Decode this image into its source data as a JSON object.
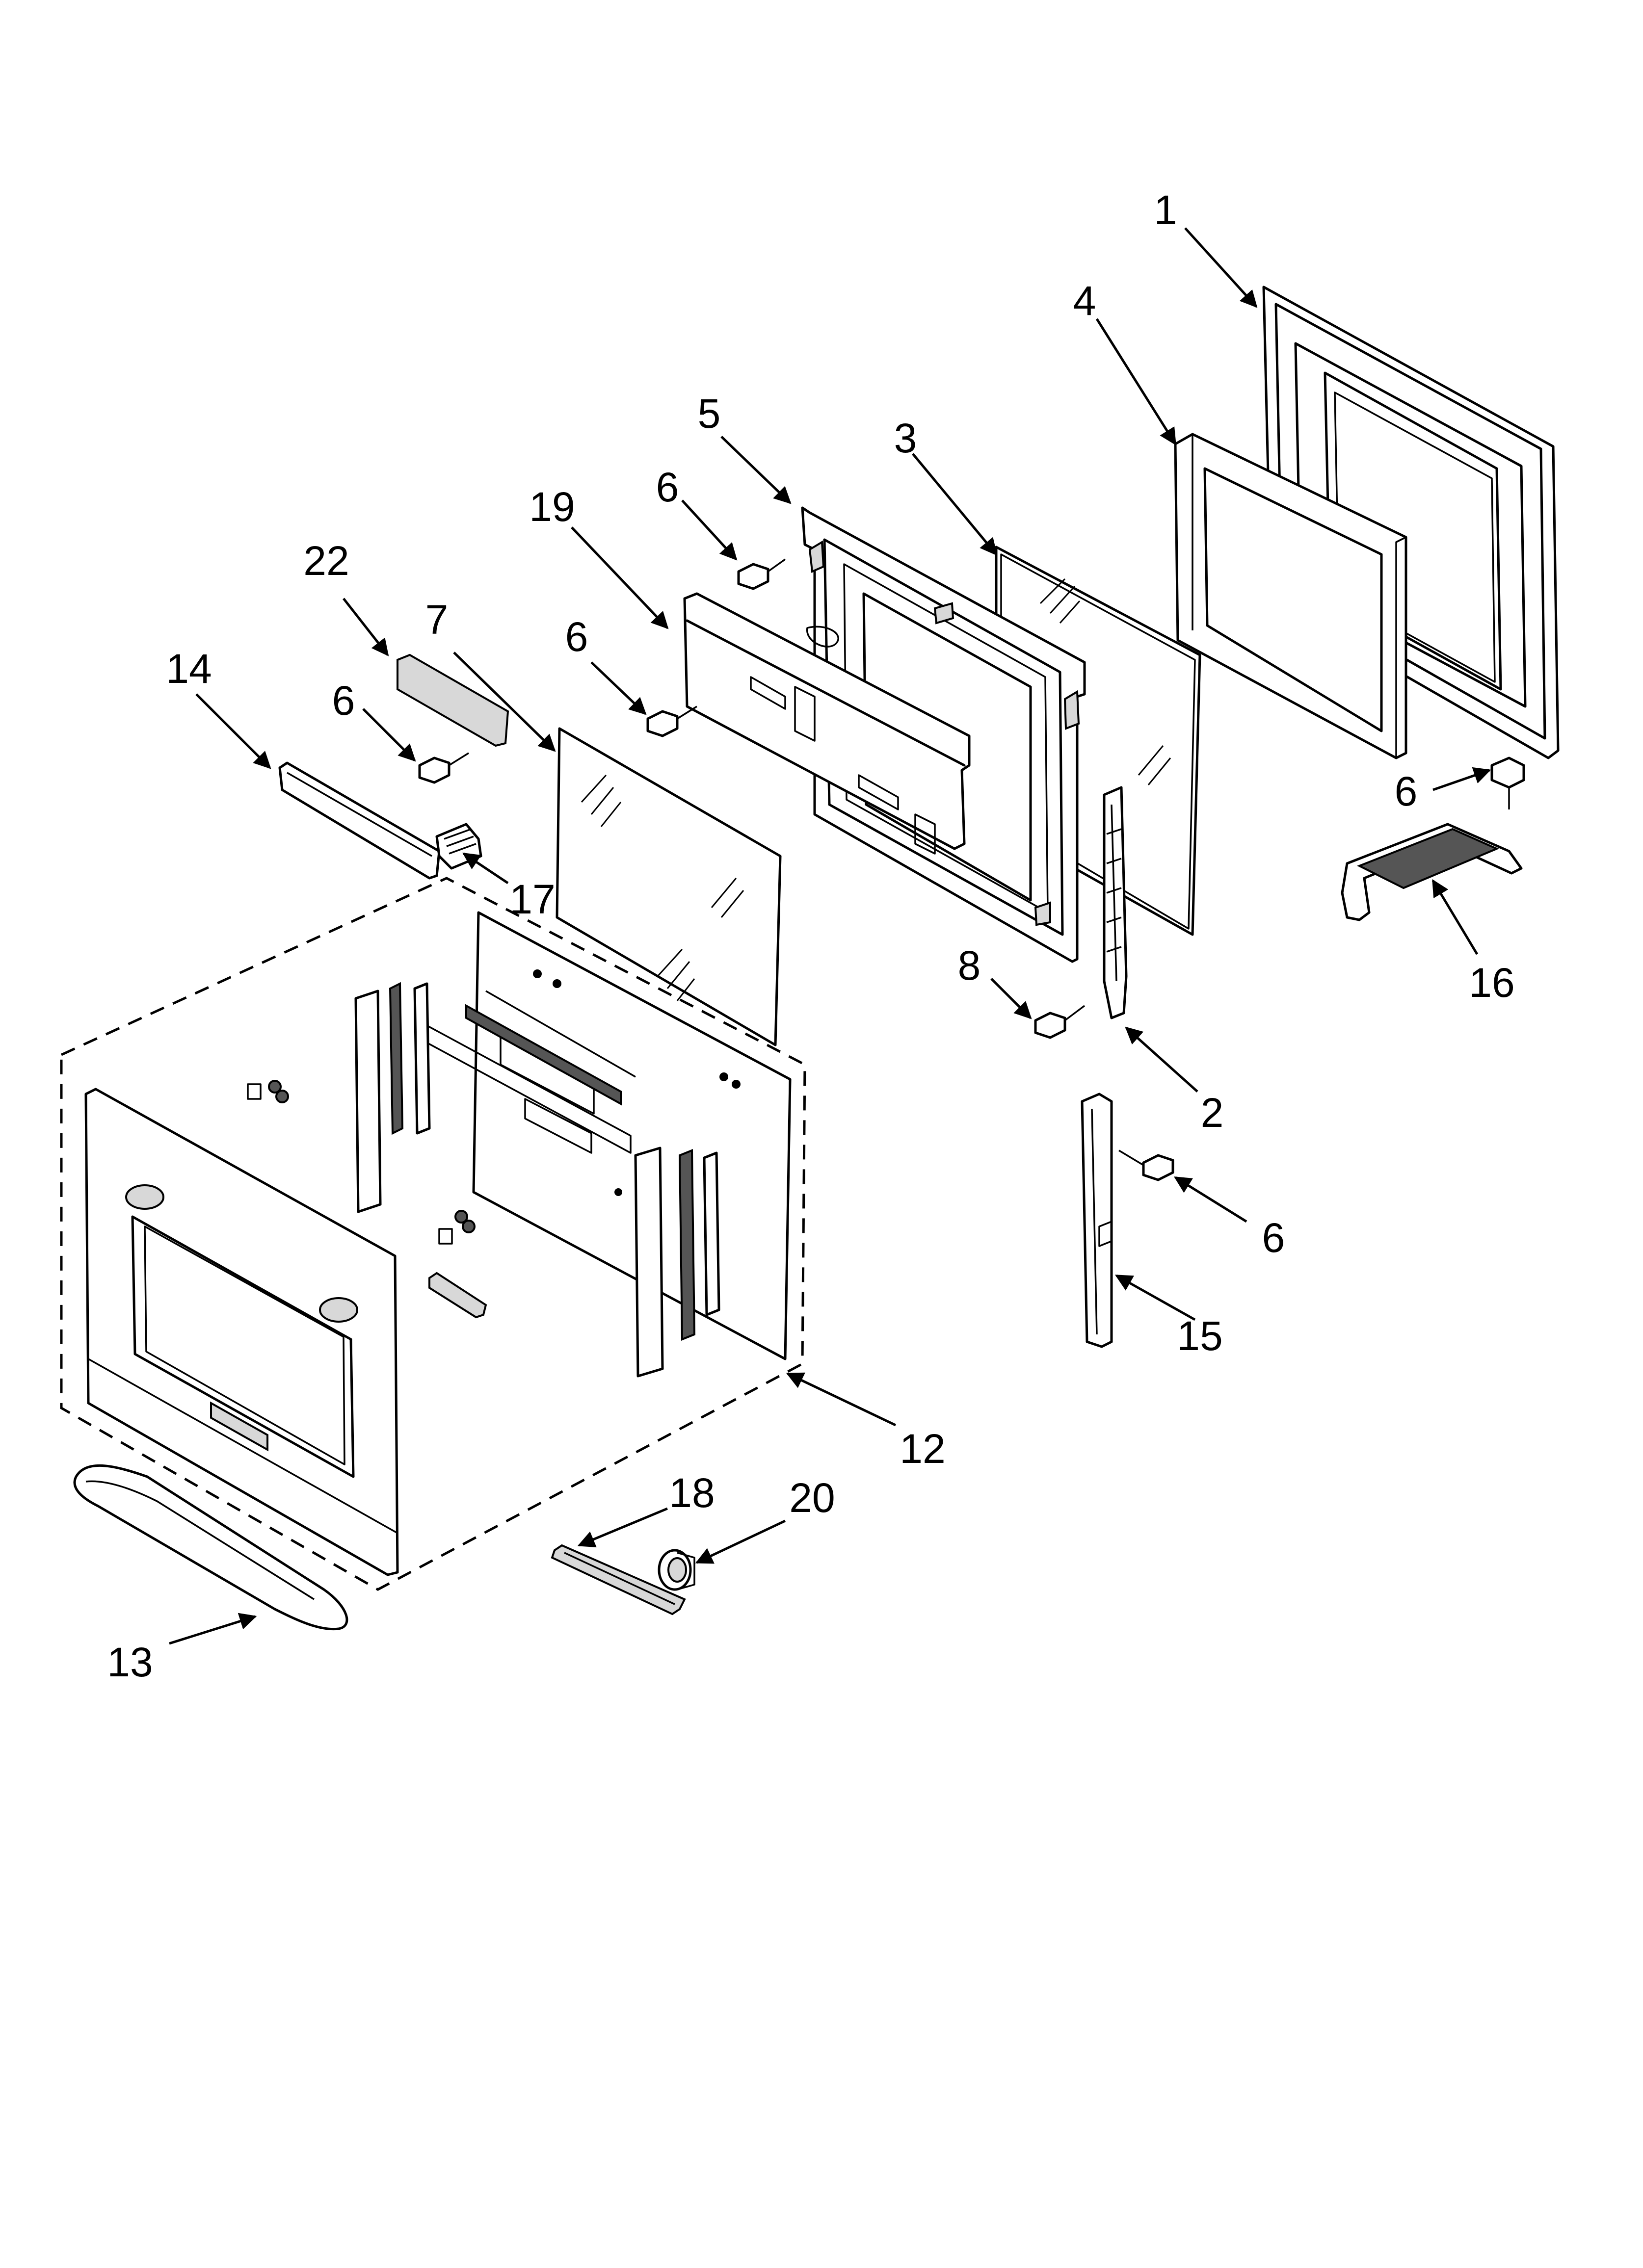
{
  "diagram": {
    "background": "#ffffff",
    "line_color": "#000000",
    "part_labels": [
      "1",
      "2",
      "3",
      "4",
      "5",
      "6",
      "6",
      "6",
      "6",
      "6",
      "7",
      "8",
      "12",
      "13",
      "14",
      "15",
      "16",
      "17",
      "18",
      "19",
      "20",
      "22"
    ]
  }
}
